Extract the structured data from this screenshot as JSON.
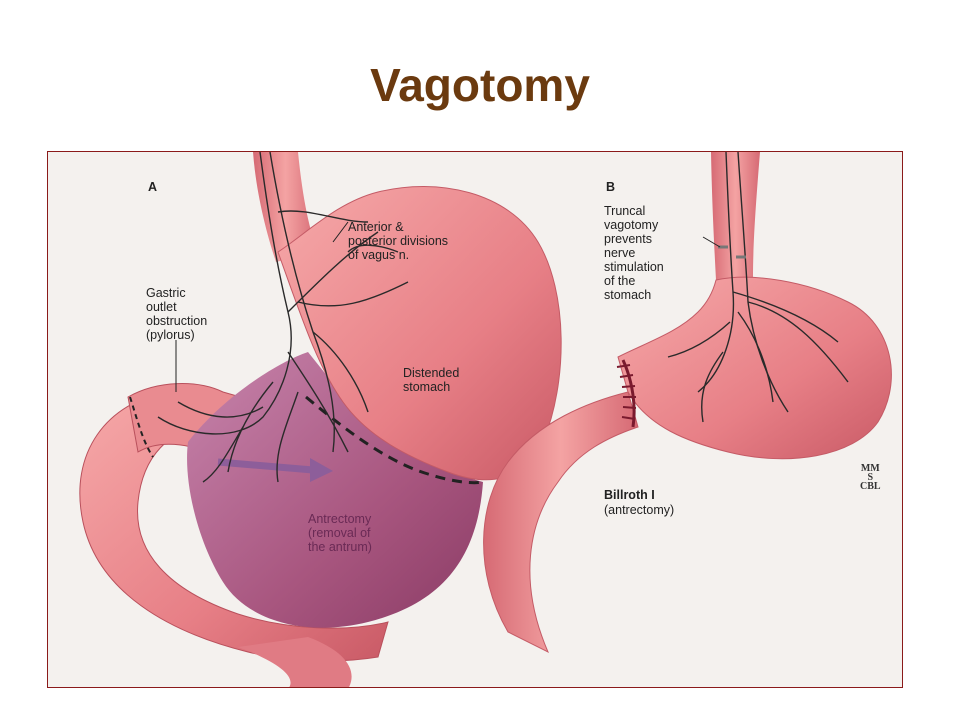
{
  "slide": {
    "title": "Vagotomy"
  },
  "figure": {
    "panel_a": {
      "letter": "A",
      "vagus_label": "Anterior &\nposterior divisions\nof vagus n.",
      "obstruction_label": "Gastric\noutlet\nobstruction\n(pylorus)",
      "distended_label": "Distended\nstomach",
      "antrectomy_label": "Antrectomy\n(removal of\nthe antrum)"
    },
    "panel_b": {
      "letter": "B",
      "truncal_label": "Truncal\nvagotomy\nprevents\nnerve\nstimulation\nof the\nstomach",
      "billroth_title": "Billroth I",
      "billroth_sub": "(antrectomy)"
    },
    "logo_text": "MMS\nCBL"
  },
  "colors": {
    "title": "#6b3a0f",
    "frame_border": "#8b1a1a",
    "tissue": "#e8858a",
    "antrum": "#b05a8a"
  }
}
